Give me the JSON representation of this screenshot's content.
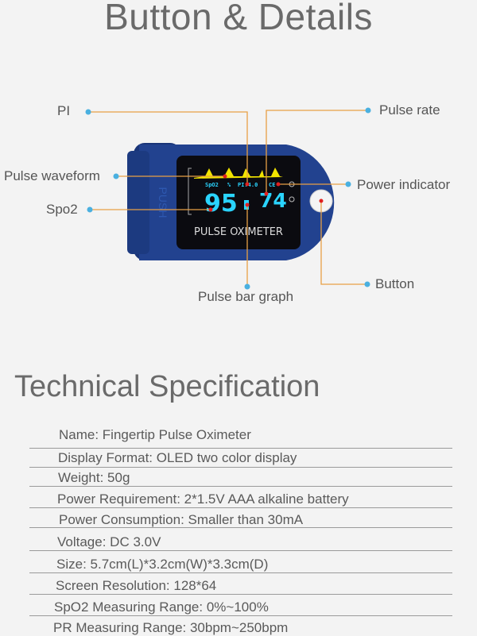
{
  "header": {
    "title": "Button & Details"
  },
  "callouts": {
    "pi": "PI",
    "pulse_rate": "Pulse rate",
    "pulse_waveform": "Pulse waveform",
    "power_indicator": "Power indicator",
    "spo2": "Spo2",
    "pulse_bar_graph": "Pulse bar graph",
    "button": "Button"
  },
  "device": {
    "push_label": "PUSH",
    "screen_spo2_label": "SpO2",
    "screen_pct": "%",
    "screen_pi": "PI:4.0",
    "screen_ce": "CE",
    "spo2_value": "95",
    "pulse_value": "74",
    "device_name": "PULSE OXIMETER"
  },
  "colors": {
    "line": "#e8a045",
    "dot": "#4ab0e0",
    "body": "#1f3f8a",
    "screen_text": "#2ad4ff",
    "waveform": "#f2e400"
  },
  "spec": {
    "title": "Technical Specification",
    "rows": [
      "Name: Fingertip Pulse Oximeter",
      "Display Format: OLED two color display",
      "Weight: 50g",
      "Power Requirement: 2*1.5V AAA alkaline battery",
      "Power Consumption: Smaller than 30mA",
      "Voltage: DC 3.0V",
      "Size: 5.7cm(L)*3.2cm(W)*3.3cm(D)",
      "Screen Resolution: 128*64",
      "SpO2 Measuring Range: 0%~100%",
      "PR Measuring Range: 30bpm~250bpm"
    ]
  }
}
